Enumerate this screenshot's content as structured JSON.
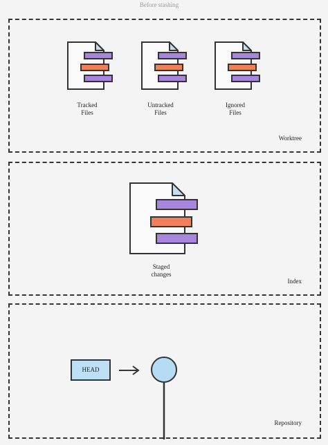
{
  "title": "Before stashing",
  "colors": {
    "purple": "#a886e0",
    "orange": "#f0805a",
    "head_fill": "#bde0f6",
    "commit_fill": "#b5dcf4",
    "stroke": "#333333",
    "background": "#f4f4f4"
  },
  "worktree": {
    "label": "Worktree",
    "files": [
      {
        "line1": "Tracked",
        "line2": "Files"
      },
      {
        "line1": "Untracked",
        "line2": "Files"
      },
      {
        "line1": "Ignored",
        "line2": "Files"
      }
    ]
  },
  "index": {
    "label": "Index",
    "file": {
      "line1": "Staged",
      "line2": "changes"
    }
  },
  "repository": {
    "label": "Repository",
    "head_label": "HEAD"
  }
}
